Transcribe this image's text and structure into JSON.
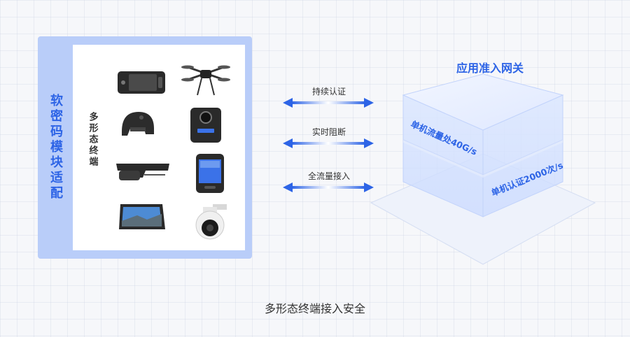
{
  "module": {
    "title": "软密码模块适配",
    "terminals_label": "多形态终端",
    "devices": [
      {
        "icon": "phone-case-icon"
      },
      {
        "icon": "drone-icon"
      },
      {
        "icon": "helmet-icon"
      },
      {
        "icon": "body-camera-icon"
      },
      {
        "icon": "smart-glasses-icon"
      },
      {
        "icon": "handheld-terminal-icon"
      },
      {
        "icon": "tablet-icon"
      },
      {
        "icon": "dome-camera-icon"
      }
    ]
  },
  "links": [
    {
      "label": "持续认证"
    },
    {
      "label": "实时阻断"
    },
    {
      "label": "全流量接入"
    }
  ],
  "gateway": {
    "title": "应用准入网关",
    "stats": [
      "单机流量处40G/s",
      "单机认证2000次/s"
    ]
  },
  "caption": "多形态终端接入安全",
  "colors": {
    "accent": "#2d64e6",
    "panel": "#b9cdf9",
    "arrow": "#3b72e8"
  }
}
